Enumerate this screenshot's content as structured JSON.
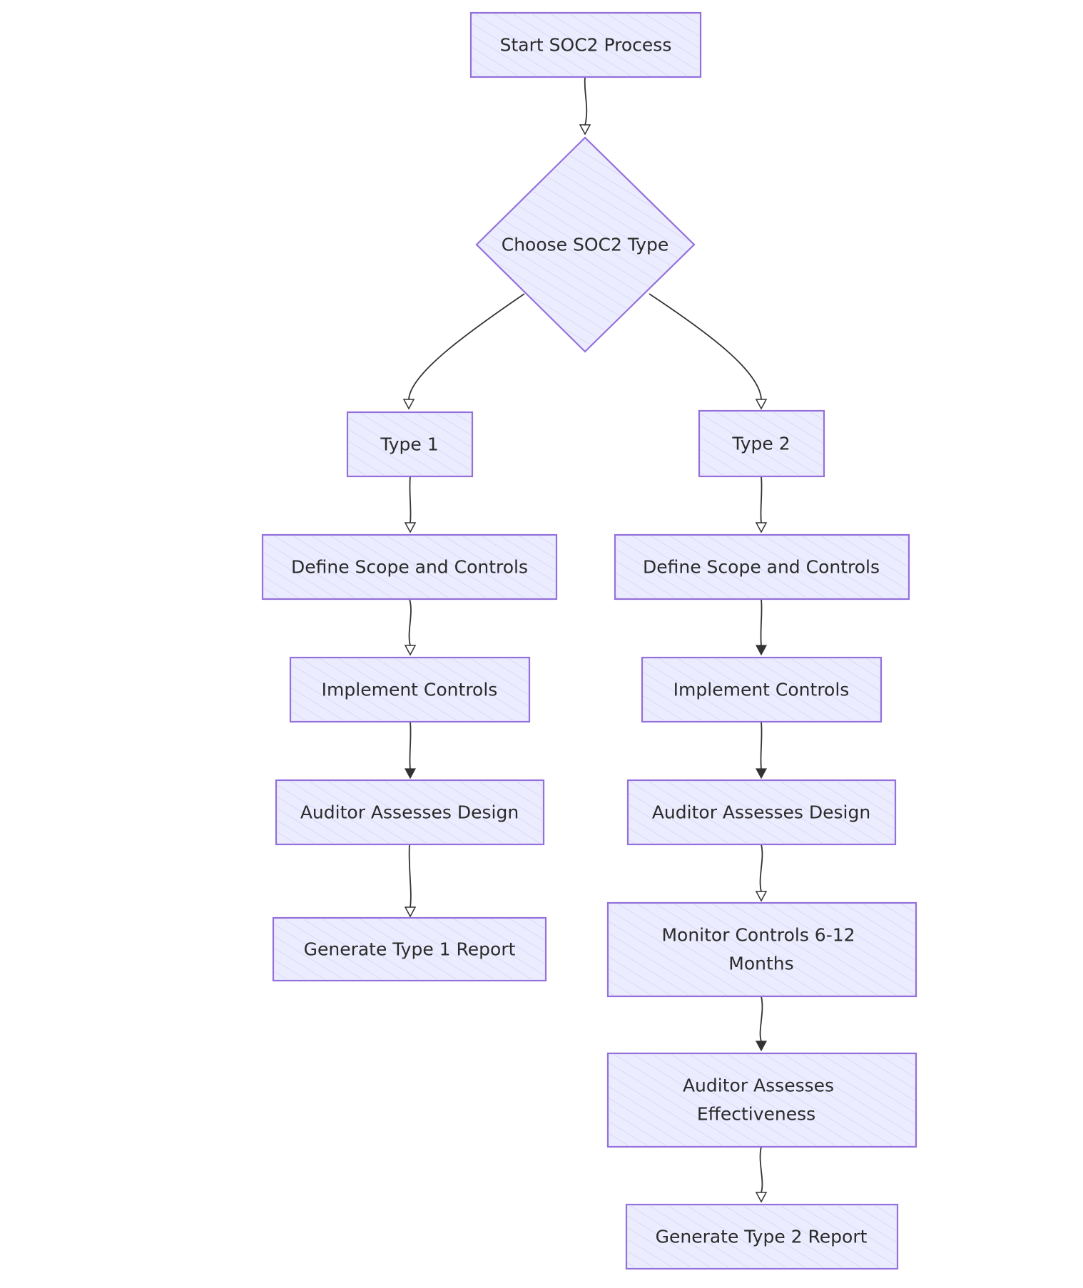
{
  "diagram": {
    "type": "flowchart",
    "direction": "top-down",
    "colors": {
      "node_fill": "#ececff",
      "node_stroke": "#9370db",
      "edge_stroke": "#333333",
      "text": "#2b2b2b",
      "background": "#ffffff"
    },
    "nodes": {
      "start": {
        "label": "Start SOC2 Process",
        "shape": "rectangle"
      },
      "choose": {
        "label": "Choose SOC2 Type",
        "shape": "diamond"
      },
      "type1": {
        "label": "Type 1",
        "shape": "rectangle"
      },
      "type2": {
        "label": "Type 2",
        "shape": "rectangle"
      },
      "t1_define": {
        "label": "Define Scope and Controls",
        "shape": "rectangle"
      },
      "t1_implement": {
        "label": "Implement Controls",
        "shape": "rectangle"
      },
      "t1_assess": {
        "label": "Auditor Assesses Design",
        "shape": "rectangle"
      },
      "t1_report": {
        "label": "Generate Type 1 Report",
        "shape": "rectangle"
      },
      "t2_define": {
        "label": "Define Scope and Controls",
        "shape": "rectangle"
      },
      "t2_implement": {
        "label": "Implement Controls",
        "shape": "rectangle"
      },
      "t2_assess": {
        "label": "Auditor Assesses Design",
        "shape": "rectangle"
      },
      "t2_monitor": {
        "label_line1": "Monitor Controls 6-12",
        "label_line2": "Months",
        "shape": "rectangle"
      },
      "t2_effect": {
        "label_line1": "Auditor Assesses",
        "label_line2": "Effectiveness",
        "shape": "rectangle"
      },
      "t2_report": {
        "label": "Generate Type 2 Report",
        "shape": "rectangle"
      }
    },
    "edges": [
      {
        "from": "start",
        "to": "choose"
      },
      {
        "from": "choose",
        "to": "type1"
      },
      {
        "from": "choose",
        "to": "type2"
      },
      {
        "from": "type1",
        "to": "t1_define"
      },
      {
        "from": "t1_define",
        "to": "t1_implement"
      },
      {
        "from": "t1_implement",
        "to": "t1_assess"
      },
      {
        "from": "t1_assess",
        "to": "t1_report"
      },
      {
        "from": "type2",
        "to": "t2_define"
      },
      {
        "from": "t2_define",
        "to": "t2_implement"
      },
      {
        "from": "t2_implement",
        "to": "t2_assess"
      },
      {
        "from": "t2_assess",
        "to": "t2_monitor"
      },
      {
        "from": "t2_monitor",
        "to": "t2_effect"
      },
      {
        "from": "t2_effect",
        "to": "t2_report"
      }
    ]
  }
}
